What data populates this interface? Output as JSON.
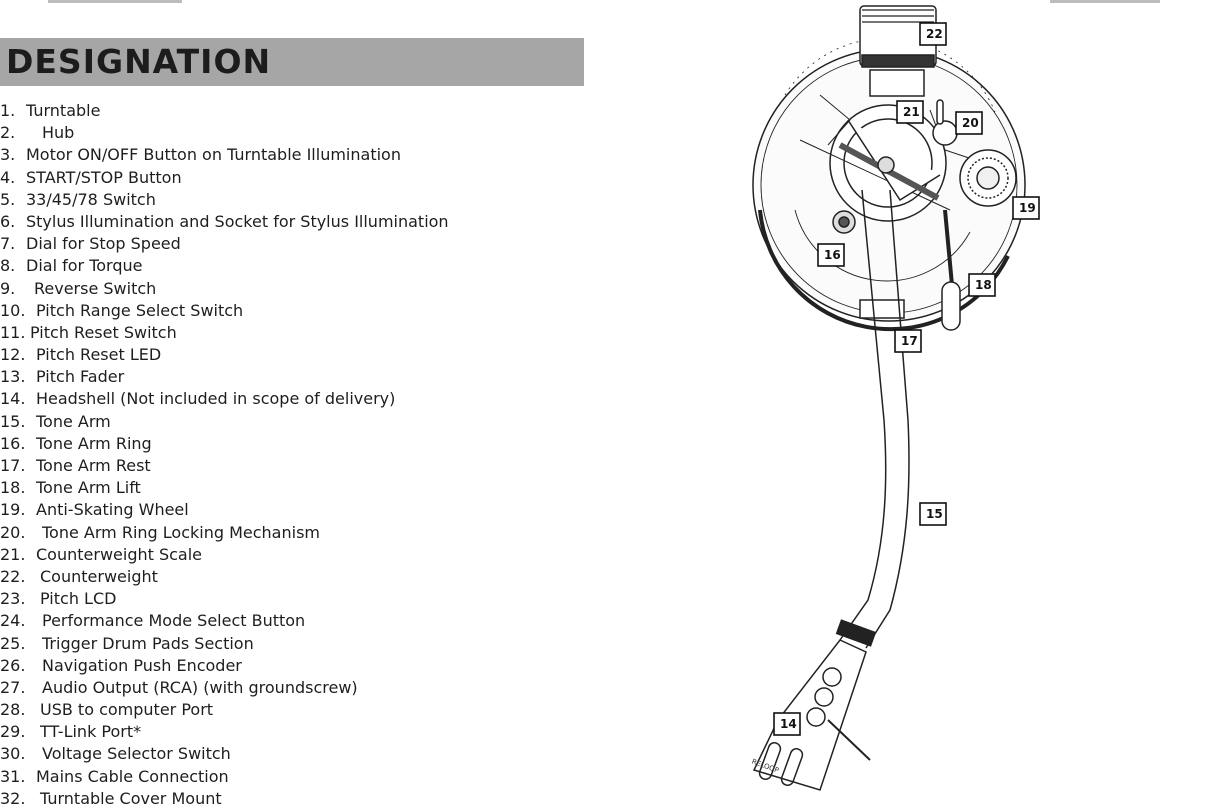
{
  "section": {
    "title": "DESIGNATION"
  },
  "parts": [
    {
      "num": "1.",
      "label": "Turntable"
    },
    {
      "num": "2.",
      "label": "Hub"
    },
    {
      "num": "3.",
      "label": "Motor ON/OFF Button on Turntable Illumination"
    },
    {
      "num": "4.",
      "label": "START/STOP Button"
    },
    {
      "num": "5.",
      "label": "33/45/78 Switch"
    },
    {
      "num": "6.",
      "label": "Stylus Illumination and Socket for Stylus Illumination"
    },
    {
      "num": "7.",
      "label": "Dial for Stop Speed"
    },
    {
      "num": "8.",
      "label": "Dial for Torque"
    },
    {
      "num": "9.",
      "label": "Reverse Switch"
    },
    {
      "num": "10.",
      "label": "Pitch Range Select Switch"
    },
    {
      "num": "11.",
      "label": "Pitch Reset Switch"
    },
    {
      "num": "12.",
      "label": "Pitch Reset LED"
    },
    {
      "num": "13.",
      "label": "Pitch Fader"
    },
    {
      "num": "14.",
      "label": "Headshell (Not included in scope of delivery)"
    },
    {
      "num": "15.",
      "label": "Tone Arm"
    },
    {
      "num": "16.",
      "label": "Tone Arm Ring"
    },
    {
      "num": "17.",
      "label": "Tone Arm Rest"
    },
    {
      "num": "18.",
      "label": "Tone Arm Lift"
    },
    {
      "num": "19.",
      "label": "Anti-Skating Wheel"
    },
    {
      "num": "20.",
      "label": "Tone Arm Ring Locking Mechanism"
    },
    {
      "num": "21.",
      "label": "Counterweight Scale"
    },
    {
      "num": "22.",
      "label": "Counterweight"
    },
    {
      "num": "23.",
      "label": "Pitch LCD"
    },
    {
      "num": "24.",
      "label": "Performance Mode Select Button"
    },
    {
      "num": "25.",
      "label": "Trigger Drum Pads Section"
    },
    {
      "num": "26.",
      "label": "Navigation Push Encoder"
    },
    {
      "num": "27.",
      "label": "Audio Output (RCA) (with groundscrew)"
    },
    {
      "num": "28.",
      "label": "USB to computer Port"
    },
    {
      "num": "29.",
      "label": "TT-Link Port*"
    },
    {
      "num": "30.",
      "label": "Voltage Selector Switch"
    },
    {
      "num": "31.",
      "label": "Mains Cable Connection"
    },
    {
      "num": "32.",
      "label": "Turntable Cover Mount"
    }
  ],
  "figure": {
    "callouts": [
      "22",
      "21",
      "20",
      "19",
      "16",
      "18",
      "17",
      "15",
      "14"
    ],
    "headshell_brand": "RELOOP"
  }
}
